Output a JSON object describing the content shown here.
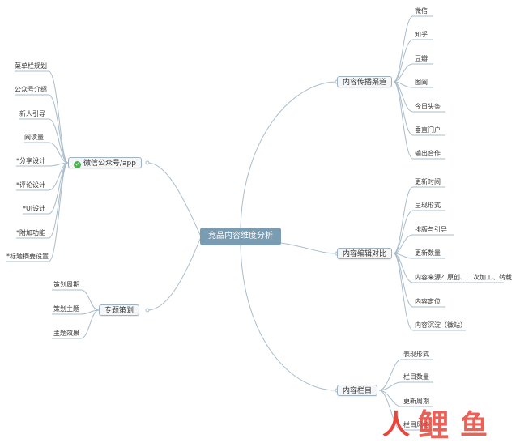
{
  "central": {
    "label": "竞品内容维度分析"
  },
  "branches": {
    "wechat": {
      "label": "微信公众号/app",
      "items": [
        "菜单栏规划",
        "公众号介绍",
        "新人引导",
        "阅读量",
        "*分享设计",
        "*评论设计",
        "*UI设计",
        "*附加功能",
        "*标题摘要设置"
      ]
    },
    "special": {
      "label": "专题策划",
      "items": [
        "策划周期",
        "策划主题",
        "主题效果"
      ]
    },
    "channel": {
      "label": "内容传播渠道",
      "items": [
        "微信",
        "知乎",
        "豆瓣",
        "图阅",
        "今日头条",
        "垂直门户",
        "输出合作"
      ]
    },
    "edit": {
      "label": "内容编辑对比",
      "items": [
        "更新时间",
        "呈现形式",
        "排版与引导",
        "更新数量",
        "内容来源？原创、二次加工、转载",
        "内容定位",
        "内容沉淀（微站）"
      ]
    },
    "column": {
      "label": "内容栏目",
      "items": [
        "表现形式",
        "栏目数量",
        "更新周期",
        "栏目风格"
      ]
    }
  },
  "watermark": {
    "chars": [
      "人",
      "鲤",
      "鱼"
    ]
  },
  "colors": {
    "line": "#a9bccb",
    "central": "#7a9cb3",
    "check": "#4caf50",
    "watermark": "#e8463a"
  }
}
